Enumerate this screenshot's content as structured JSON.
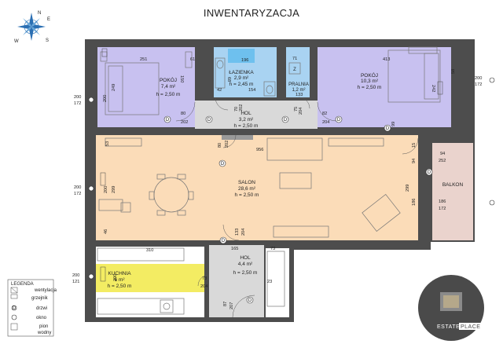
{
  "title": "INWENTARYZACJA",
  "compass": {
    "n": "N",
    "e": "E",
    "s": "S",
    "w": "W"
  },
  "rooms": {
    "pokoj_left": {
      "name": "POKÓJ",
      "area": "7,4 m²",
      "height": "h = 2,50 m",
      "color": "#c8c1f0"
    },
    "lazienka": {
      "name": "ŁAZIENKA",
      "area": "2,9 m²",
      "height": "h = 2,45 m",
      "color": "#a9d3f2"
    },
    "pralnia": {
      "name": "PRALNIA",
      "area": "1,2 m²",
      "height": "",
      "color": "#a9d3f2"
    },
    "pokoj_right": {
      "name": "POKÓJ",
      "area": "10,3 m²",
      "height": "h = 2,50 m",
      "color": "#c8c1f0"
    },
    "hol_top": {
      "name": "HOL",
      "area": "3,2 m²",
      "height": "h = 2,50 m",
      "color": "#d9d9d9"
    },
    "salon": {
      "name": "SALON",
      "area": "28,6 m²",
      "height": "h = 2,50 m",
      "color": "#fbdcb8"
    },
    "balkon": {
      "name": "BALKON",
      "color": "#ead3cd"
    },
    "kuchnia": {
      "name": "KUCHNIA",
      "area": "6 m²",
      "height": "h = 2,50 m",
      "color": "#f3ec63"
    },
    "hol_bottom": {
      "name": "HOL",
      "area": "4,4 m²",
      "height": "h = 2,50 m",
      "color": "#d9d9d9"
    }
  },
  "dims": {
    "pokoj_left_w": "251",
    "pokoj_left_61": "61",
    "pokoj_left_h": "249",
    "pokoj_left_150": "150",
    "pokoj_left_200": "200",
    "laz_196": "196",
    "laz_42": "42",
    "laz_154": "154",
    "laz_68": "68",
    "pra_71": "71",
    "pra_133": "133",
    "pok_right_413": "413",
    "pok_right_242": "242",
    "pok_right_58": "58",
    "hol_80": "80",
    "hol_202": "202",
    "hol_70": "70",
    "hol_202b": "202",
    "hol_75": "75",
    "hol_204": "204",
    "hol_82": "82",
    "hol_204b": "204",
    "hol_99": "99",
    "salon_53": "53",
    "salon_80": "80",
    "salon_202": "202",
    "salon_956": "956",
    "salon_94": "94",
    "salon_200": "200",
    "salon_299": "299",
    "salon_299r": "299",
    "salon_186": "186",
    "salon_46": "46",
    "salon_133": "133",
    "salon_204": "204",
    "salon_15": "15",
    "balkon_94": "94",
    "balkon_252": "252",
    "balkon_186": "186",
    "balkon_172": "172",
    "kuch_310": "310",
    "kuch_200": "200",
    "kuch_73": "73",
    "kuch_204": "204",
    "holb_165": "165",
    "holb_73": "73",
    "holb_23": "23",
    "holb_87": "87",
    "holb_207": "207",
    "win_left_1": "200",
    "win_left_1b": "172",
    "win_left_2": "200",
    "win_left_2b": "172",
    "win_left_3": "200",
    "win_left_3b": "121",
    "win_right_1": "200",
    "win_right_1b": "172"
  },
  "legend": {
    "title": "LEGENDA",
    "items": [
      {
        "icon": "vent-icon",
        "label": "wentylacja"
      },
      {
        "icon": "radiator-icon",
        "label": "grzejnik"
      },
      {
        "icon": "door-icon",
        "label": "drzwi"
      },
      {
        "icon": "window-icon",
        "label": "okno"
      },
      {
        "icon": "riser-icon",
        "label": "pion"
      },
      {
        "icon": "",
        "label": "wodny"
      }
    ]
  },
  "door_marker": "D",
  "pralnia_marker": "Z",
  "logo": {
    "text_main": "ESTATE",
    "text_accent": "PLACE",
    "accent": "#ffffff",
    "bg": "#4a4a4a"
  }
}
